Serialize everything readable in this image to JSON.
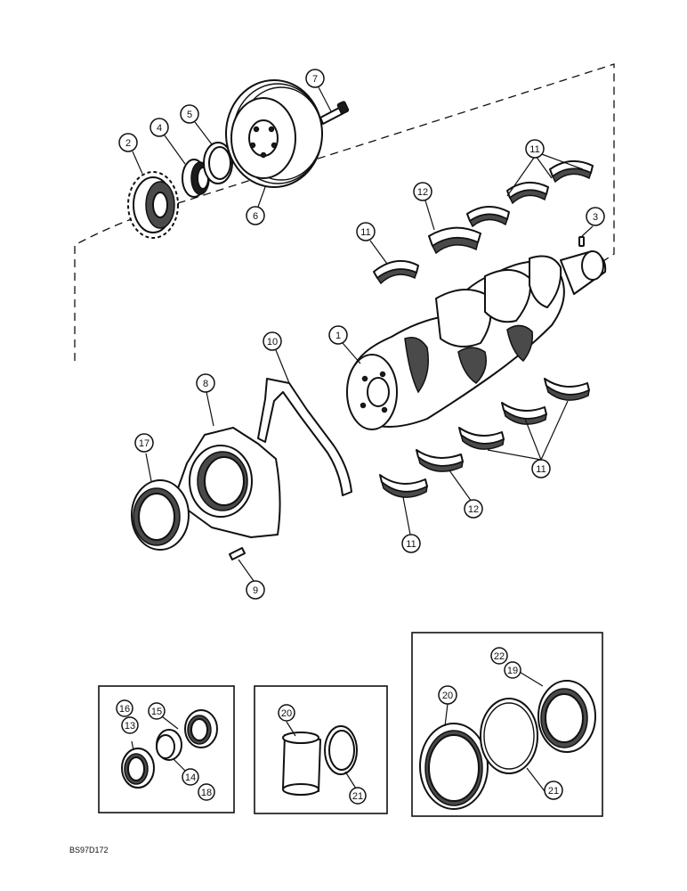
{
  "figure_code": "BS97D172",
  "callouts": {
    "c1": "1",
    "c2": "2",
    "c3": "3",
    "c4": "4",
    "c5": "5",
    "c6": "6",
    "c7": "7",
    "c8": "8",
    "c9": "9",
    "c10": "10",
    "c11a": "11",
    "c11b": "11",
    "c11c": "11",
    "c11d": "11",
    "c12a": "12",
    "c12b": "12",
    "c13": "13",
    "c14": "14",
    "c15": "15",
    "c16": "16",
    "c17": "17",
    "c18": "18",
    "c19": "19",
    "c20a": "20",
    "c20b": "20",
    "c21a": "21",
    "c21b": "21",
    "c22": "22"
  }
}
